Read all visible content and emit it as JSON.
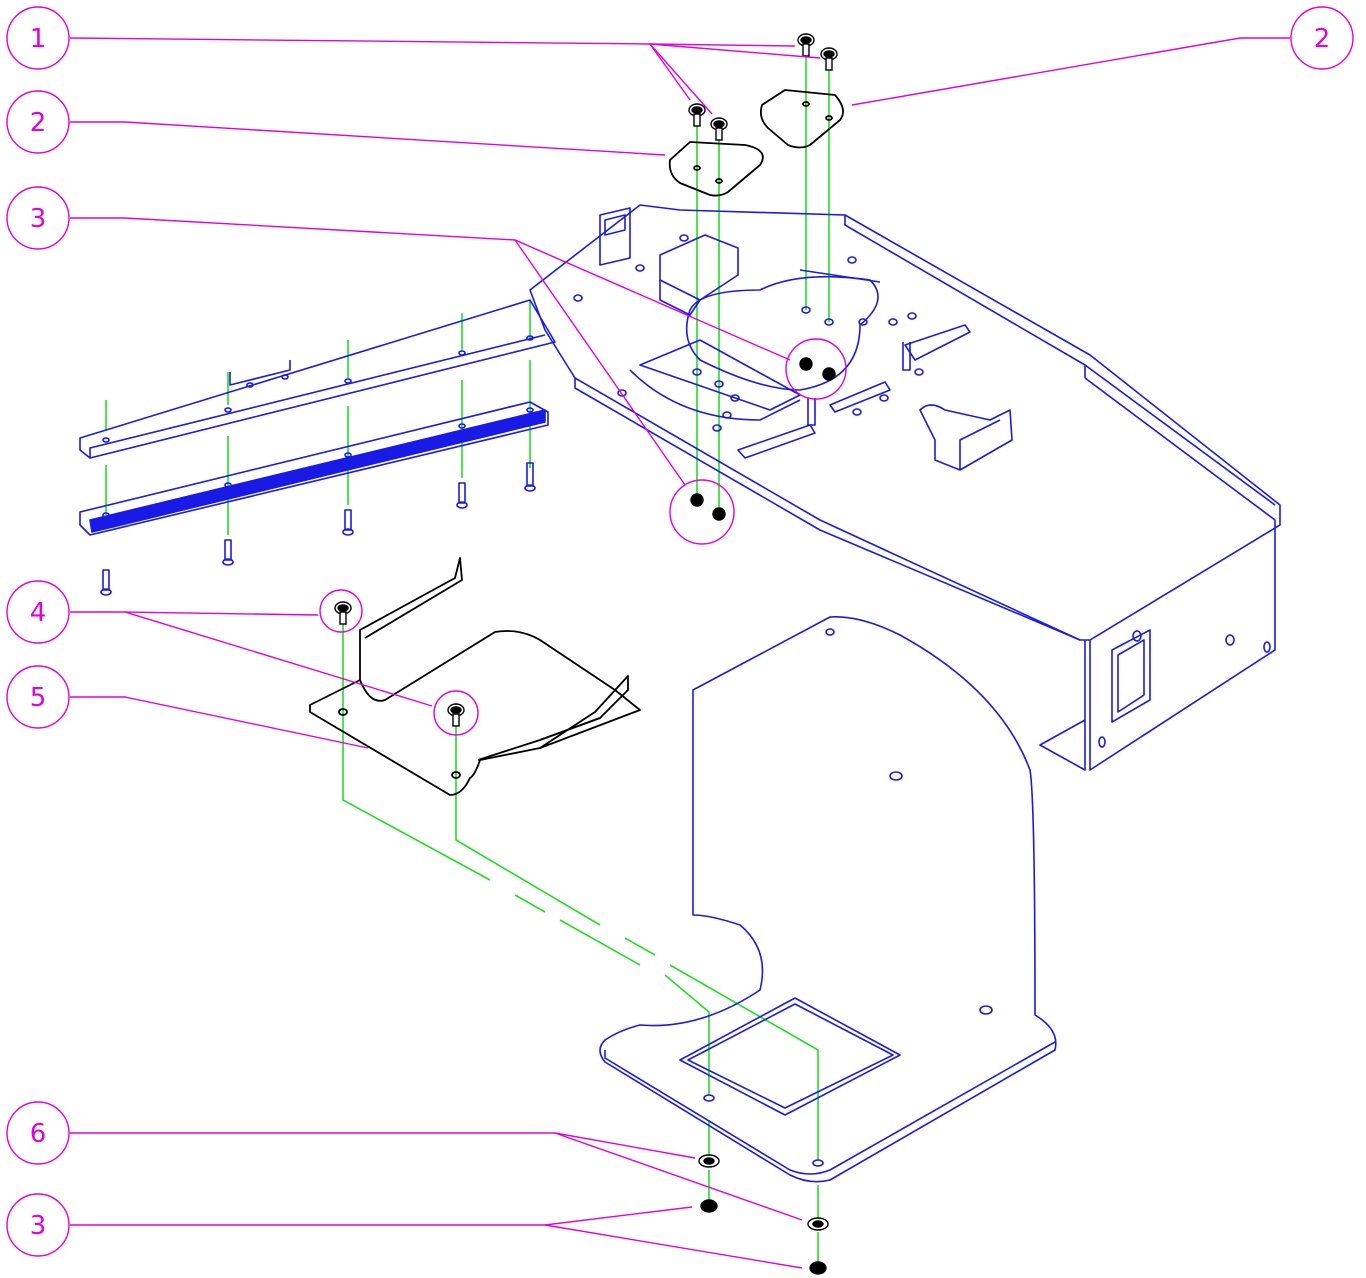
{
  "callouts": [
    {
      "id": "c1",
      "label": "1"
    },
    {
      "id": "c2a",
      "label": "2"
    },
    {
      "id": "c2b",
      "label": "2"
    },
    {
      "id": "c3a",
      "label": "3"
    },
    {
      "id": "c4",
      "label": "4"
    },
    {
      "id": "c5",
      "label": "5"
    },
    {
      "id": "c6",
      "label": "6"
    },
    {
      "id": "c3b",
      "label": "3"
    }
  ],
  "colors": {
    "part_outline": "#1a1ae6",
    "hardware": "#000000",
    "assembly_line": "#22dd22",
    "leader": "#e000e0",
    "background": "#ffffff"
  }
}
